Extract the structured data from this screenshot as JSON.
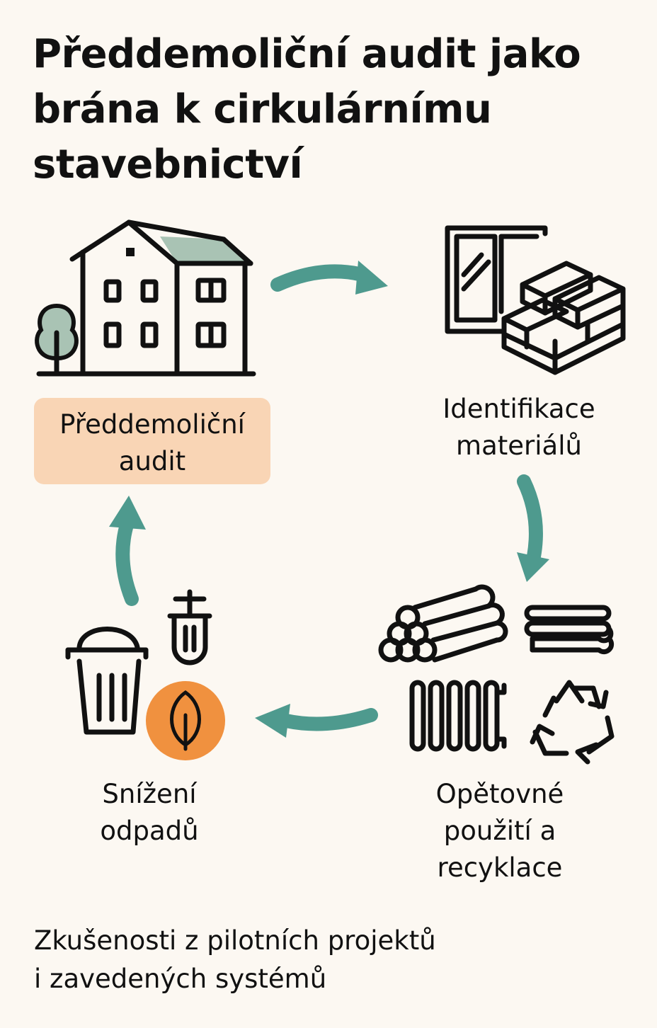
{
  "title": {
    "line1": "Předdemoliční audit jako",
    "line2": "brána k cirkulárnímu",
    "line3": "stavebnictví"
  },
  "steps": {
    "audit": {
      "line1": "Předdemoliční",
      "line2": "audit"
    },
    "identification": {
      "line1": "Identifikace",
      "line2": "materiálů"
    },
    "reuse": {
      "line1": "Opětovné",
      "line2": "použití a",
      "line3": "recyklace"
    },
    "waste": {
      "line1": "Snížení",
      "line2": "odpadů"
    }
  },
  "footer": {
    "line1": "Zkušenosti z pilotních projektů",
    "line2": "i zavedených systémů"
  },
  "icons": {
    "audit": "house-icon",
    "identification": "window-and-bricks-icon",
    "reuse": "materials-and-recycling-icon",
    "waste": "trash-bin-and-leaf-icon"
  },
  "colors": {
    "background": "#fcf8f2",
    "arrow": "#4e9a8e",
    "highlight_box": "#f9d5b5",
    "leaf_circle": "#f0913f",
    "green_fill": "#a9c3b4"
  }
}
